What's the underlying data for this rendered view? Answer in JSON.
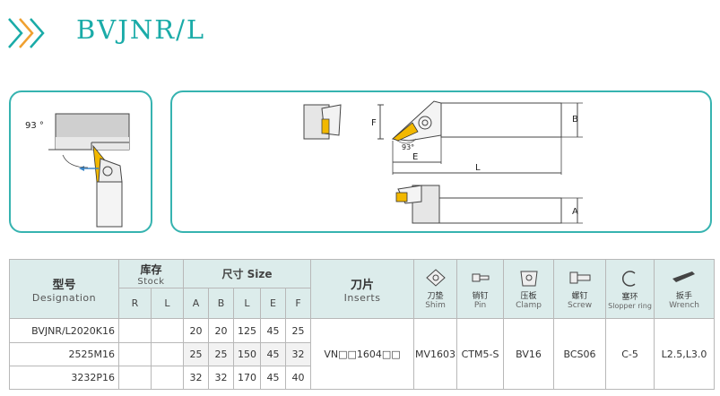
{
  "title": "BVJNR/L",
  "diagram": {
    "angle_left": "93 °",
    "label_F": "F",
    "label_B": "B",
    "angle_right": "93°",
    "label_E": "E",
    "label_L": "L",
    "label_A": "A"
  },
  "table": {
    "headers": {
      "designation_zh": "型号",
      "designation_en": "Designation",
      "stock_zh": "库存",
      "stock_en": "Stock",
      "size_label": "尺寸 Size",
      "inserts_zh": "刀片",
      "inserts_en": "Inserts",
      "stock_cols": [
        "R",
        "L"
      ],
      "size_cols": [
        "A",
        "B",
        "L",
        "E",
        "F"
      ],
      "parts": [
        {
          "zh": "刀垫",
          "en": "Shim",
          "icon": "shim-icon"
        },
        {
          "zh": "销钉",
          "en": "Pin",
          "icon": "pin-icon"
        },
        {
          "zh": "压板",
          "en": "Clamp",
          "icon": "clamp-icon"
        },
        {
          "zh": "螺钉",
          "en": "Screw",
          "icon": "screw-icon"
        },
        {
          "zh": "塞环",
          "en": "Slopper ring",
          "icon": "ring-icon"
        },
        {
          "zh": "扳手",
          "en": "Wrench",
          "icon": "wrench-icon"
        }
      ]
    },
    "rows": [
      {
        "designation": "BVJNR/L2020K16",
        "R": "",
        "L": "",
        "A": "20",
        "B": "20",
        "Lsize": "125",
        "E": "45",
        "F": "25"
      },
      {
        "designation": "2525M16",
        "R": "",
        "L": "",
        "A": "25",
        "B": "25",
        "Lsize": "150",
        "E": "45",
        "F": "32"
      },
      {
        "designation": "3232P16",
        "R": "",
        "L": "",
        "A": "32",
        "B": "32",
        "Lsize": "170",
        "E": "45",
        "F": "40"
      }
    ],
    "shared": {
      "insert": "VN□□1604□□",
      "shim": "MV1603",
      "pin": "CTM5-S",
      "clamp": "BV16",
      "screw": "BCS06",
      "ring": "C-5",
      "wrench": "L2.5,L3.0"
    }
  },
  "colors": {
    "accent": "#1aaba8",
    "panel_border": "#36b3b0",
    "header_bg": "#dceceb",
    "insert_yellow": "#f2b800",
    "holder_gray": "#d8d8d8",
    "arrow_blue": "#3a86c8"
  }
}
